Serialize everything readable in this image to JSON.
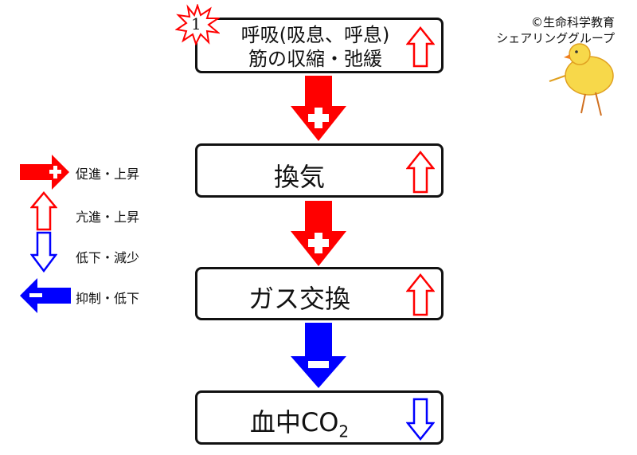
{
  "credit": {
    "line1": "©生命科学教育",
    "line2": "シェアリンググループ"
  },
  "badge": {
    "number": "1"
  },
  "steps": [
    {
      "line1": "呼吸(吸息、呼息)",
      "line2": "筋の収縮・弛緩",
      "trend": "up",
      "trend_color": "#ff0000"
    },
    {
      "label": "換気",
      "trend": "up",
      "trend_color": "#ff0000"
    },
    {
      "label": "ガス交換",
      "trend": "up",
      "trend_color": "#ff0000"
    },
    {
      "label": "血中CO",
      "subscript": "2",
      "trend": "down",
      "trend_color": "#0000ff"
    }
  ],
  "connectors": [
    {
      "type": "promote",
      "sign": "+",
      "color": "#ff0000"
    },
    {
      "type": "promote",
      "sign": "+",
      "color": "#ff0000"
    },
    {
      "type": "inhibit",
      "sign": "−",
      "color": "#0000ff"
    }
  ],
  "legend": [
    {
      "icon": "filled-right-arrow-plus",
      "label": "促進・上昇"
    },
    {
      "icon": "outline-up-arrow",
      "label": "亢進・上昇"
    },
    {
      "icon": "outline-down-arrow",
      "label": "低下・減少"
    },
    {
      "icon": "filled-left-arrow-minus",
      "label": "抑制・低下"
    }
  ]
}
